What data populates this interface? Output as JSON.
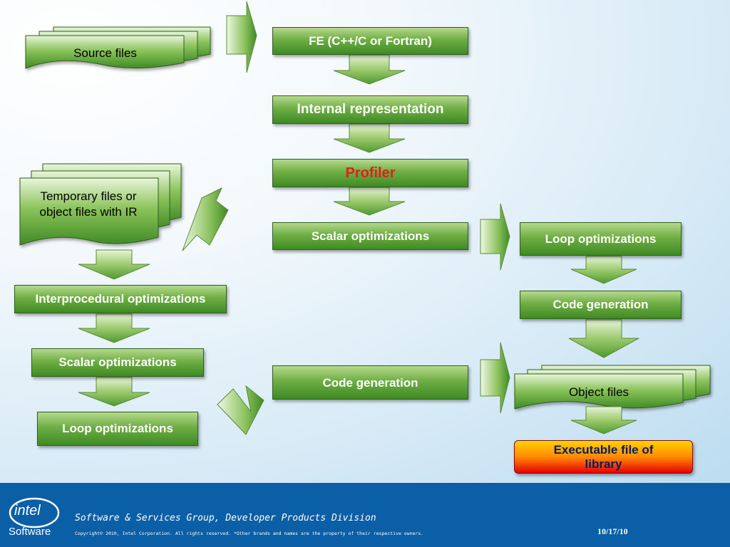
{
  "diagram": {
    "docs": {
      "source_files": "Source files",
      "temp_files": "Temporary files or object files with IR",
      "object_files": "Object files"
    },
    "center": {
      "fe": "FE (C++/C or Fortran)",
      "internal_rep": "Internal representation",
      "profiler": "Profiler",
      "scalar_opt": "Scalar optimizations",
      "code_gen": "Code generation"
    },
    "left": {
      "ipo": "Interprocedural optimizations",
      "scalar_opt": "Scalar optimizations",
      "loop_opt": "Loop optimizations"
    },
    "right": {
      "loop_opt": "Loop optimizations",
      "code_gen": "Code generation",
      "executable": "Executable file of library"
    },
    "colors": {
      "box_green": "#5a9e35",
      "profiler_text": "#e0201a",
      "exec_yellow": "#ffd200",
      "exec_red": "#e60000"
    }
  },
  "footer": {
    "logo_word": "intel",
    "logo_sub": "Software",
    "group": "Software & Services Group, Developer Products Division",
    "copyright": "Copyright© 2010, Intel Corporation. All rights reserved. *Other brands and names are the property of their respective owners.",
    "date": "10/17/10",
    "background": "#0a5fa6"
  }
}
